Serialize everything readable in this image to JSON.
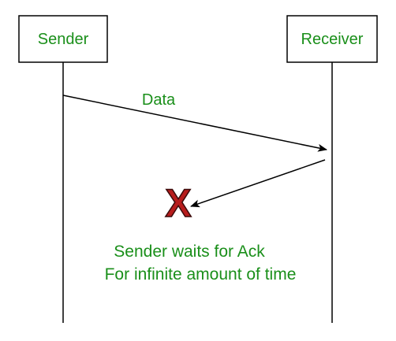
{
  "sender": {
    "label": "Sender"
  },
  "receiver": {
    "label": "Receiver"
  },
  "data_message": {
    "label": "Data"
  },
  "lost_ack": {
    "marker": "X"
  },
  "caption": {
    "line1": "Sender waits for Ack",
    "line2": "For infinite amount of time"
  },
  "colors": {
    "text_green": "#1a8f1a",
    "line": "#000000",
    "cross_fill": "#b71c1c",
    "cross_stroke": "#3a0a0a"
  }
}
